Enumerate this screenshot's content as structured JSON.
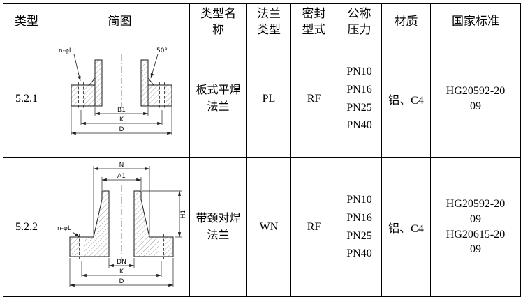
{
  "table": {
    "headers": [
      "类型",
      "简图",
      "类型名\n称",
      "法兰\n类型",
      "密封\n型式",
      "公称\n压力",
      "材质",
      "国家标准"
    ],
    "rows": [
      {
        "type": "5.2.1",
        "name": "板式平焊法兰",
        "flange_type": "PL",
        "seal_type": "RF",
        "pressures": [
          "PN10",
          "PN16",
          "PN25",
          "PN40"
        ],
        "material": "铝、C4",
        "standards": [
          "HG20592-2009"
        ],
        "diagram": {
          "labels": {
            "holes": "n-φL",
            "angle": "50°",
            "bore": "B1",
            "bolt_circle": "K",
            "outer_dia": "D"
          }
        }
      },
      {
        "type": "5.2.2",
        "name": "带颈对焊法兰",
        "flange_type": "WN",
        "seal_type": "RF",
        "pressures": [
          "PN10",
          "PN16",
          "PN25",
          "PN40"
        ],
        "material": "铝、C4",
        "standards": [
          "HG20592-2009",
          "HG20615-2009"
        ],
        "diagram": {
          "labels": {
            "hub_base": "N",
            "hub_top": "A1",
            "height": "H1",
            "holes": "n-φL",
            "bore": "DN",
            "bolt_circle": "K",
            "outer_dia": "D"
          }
        }
      }
    ]
  }
}
